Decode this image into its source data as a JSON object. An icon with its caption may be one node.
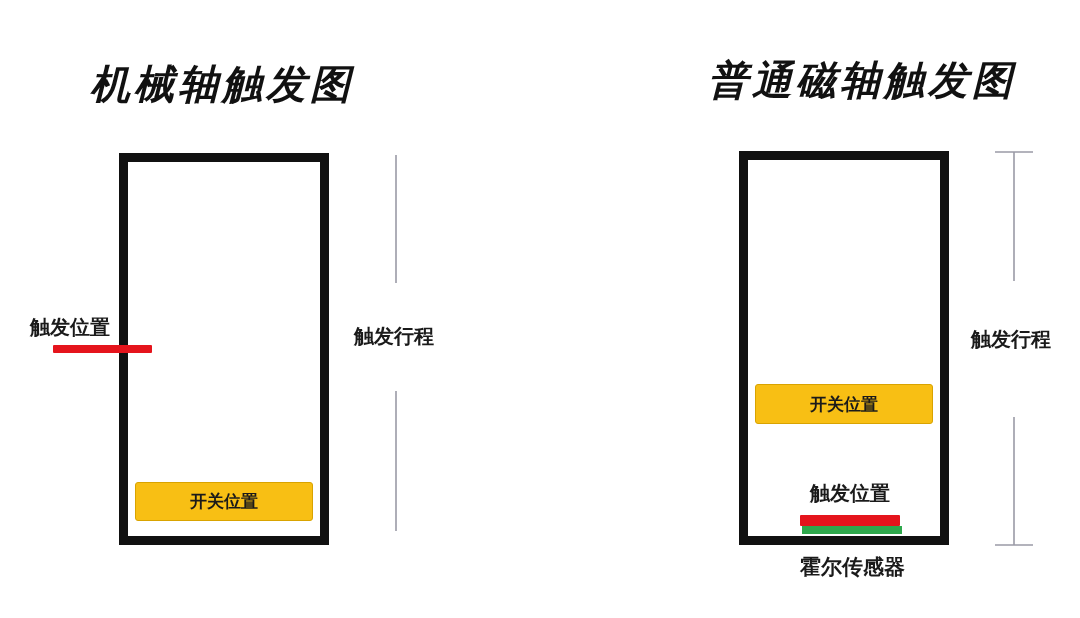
{
  "diagram": {
    "nodes": [
      {
        "text": [
          "机械轴触发图"
        ]
      },
      {
        "text": [
          "触发位置"
        ]
      },
      {
        "text": [
          "开关位置"
        ],
        "in": 0
      },
      {
        "text": [
          "普通磁轴触发图"
        ]
      },
      {
        "text": [
          "开关位置"
        ],
        "in": 3
      },
      {
        "text": [
          "触发位置"
        ],
        "in": 3
      },
      {
        "text": [],
        "shape": "bar",
        "in": 3,
        "beside": [
          "霍尔传感器"
        ]
      }
    ],
    "labels": [
      "触发行程",
      "触发行程"
    ]
  }
}
